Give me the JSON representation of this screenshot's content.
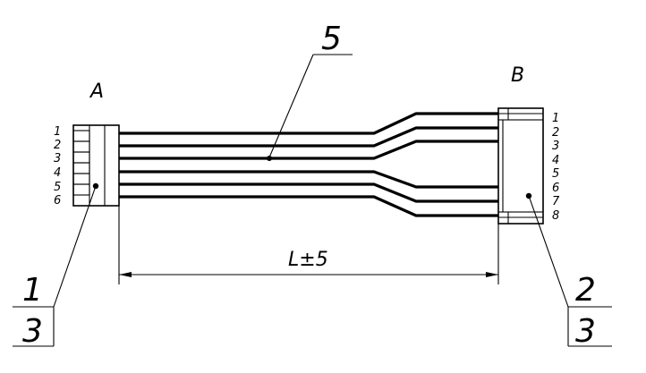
{
  "connector_a": {
    "letter": "A",
    "pins": [
      "1",
      "2",
      "3",
      "4",
      "5",
      "6"
    ]
  },
  "connector_b": {
    "letter": "B",
    "pins": [
      "1",
      "2",
      "3",
      "4",
      "5",
      "6",
      "7",
      "8"
    ]
  },
  "dimension": {
    "label": "L±5"
  },
  "callouts": {
    "cable": {
      "number": "5"
    },
    "connector_a": {
      "number": "1",
      "sheet": "3"
    },
    "connector_b": {
      "number": "2",
      "sheet": "3"
    }
  }
}
